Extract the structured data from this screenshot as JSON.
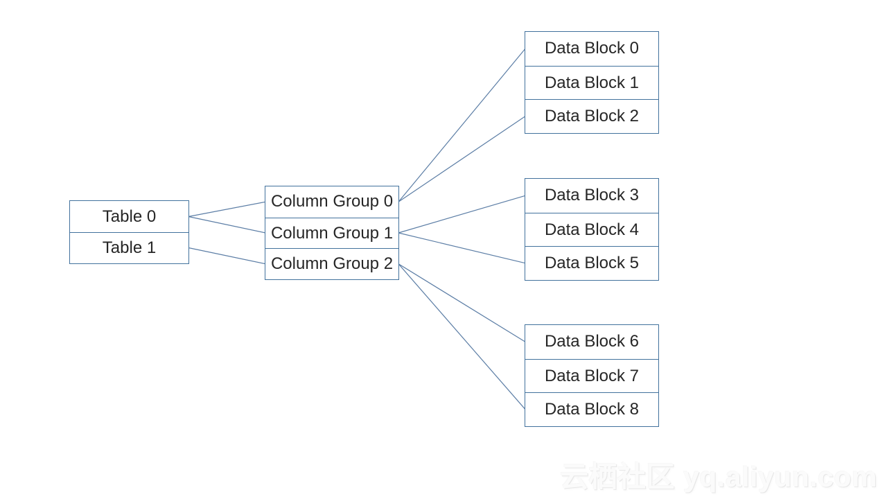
{
  "colors": {
    "box_border": "#41719C",
    "connector": "#5B7DA5",
    "text": "#262626",
    "background": "#FFFFFF",
    "watermark": "#F2F2F2"
  },
  "nodes": {
    "tables": [
      "Table 0",
      "Table 1"
    ],
    "column_groups": [
      "Column Group 0",
      "Column Group 1",
      "Column Group 2"
    ],
    "data_blocks_top": [
      "Data Block 0",
      "Data Block 1",
      "Data Block 2"
    ],
    "data_blocks_middle": [
      "Data Block 3",
      "Data Block 4",
      "Data Block 5"
    ],
    "data_blocks_bottom": [
      "Data Block 6",
      "Data Block 7",
      "Data Block 8"
    ]
  },
  "edges": [
    {
      "from": "table-0",
      "to": "column-group-0"
    },
    {
      "from": "table-0",
      "to": "column-group-1"
    },
    {
      "from": "table-1",
      "to": "column-group-2"
    },
    {
      "from": "column-group-0",
      "to": "data-block-0"
    },
    {
      "from": "column-group-0",
      "to": "data-block-2"
    },
    {
      "from": "column-group-1",
      "to": "data-block-3"
    },
    {
      "from": "column-group-1",
      "to": "data-block-5"
    },
    {
      "from": "column-group-2",
      "to": "data-block-6"
    },
    {
      "from": "column-group-2",
      "to": "data-block-8"
    }
  ],
  "watermark": {
    "text": "云栖社区 yq.aliyun.com"
  }
}
